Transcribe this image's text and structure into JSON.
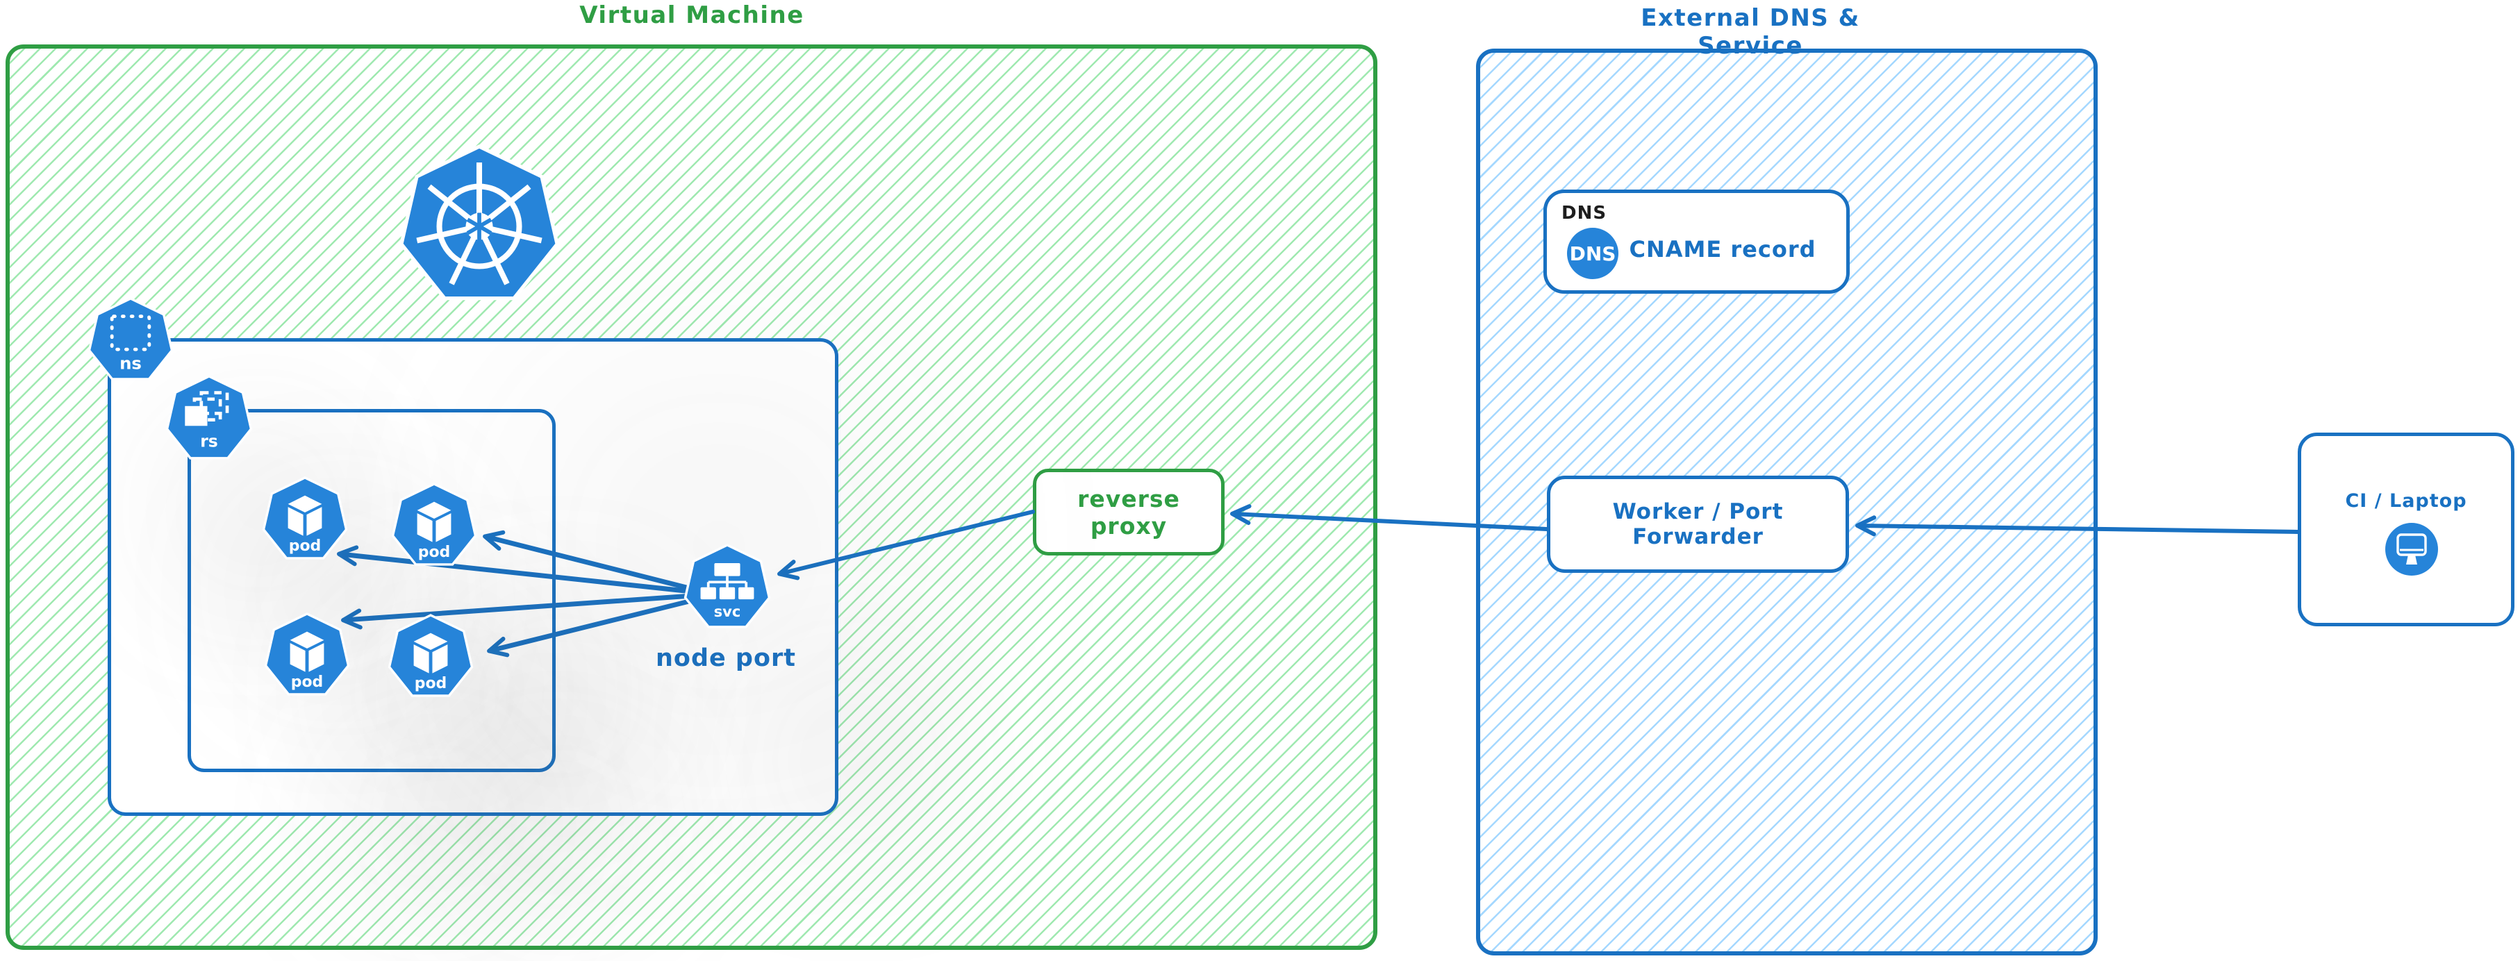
{
  "vm_group": {
    "title": "Virtual Machine",
    "reverse_proxy_label": "reverse proxy",
    "node_port_label": "node port",
    "namespace_icon_label": "ns",
    "replicaset_icon_label": "rs",
    "service_icon_label": "svc",
    "pod_label": "pod"
  },
  "external_group": {
    "title": "External DNS & Service",
    "dns_tag": "DNS",
    "dns_badge": "DNS",
    "cname_label": "CNAME record",
    "worker_label": "Worker / Port Forwarder"
  },
  "client": {
    "label": "CI / Laptop"
  },
  "colors": {
    "green_stroke": "#2f9e44",
    "green_hatch": "#9fe9b0",
    "blue_stroke": "#1971c2",
    "blue_hatch": "#a5d8ff",
    "icon_fill": "#2684d9",
    "black_text": "#1e1e1e"
  }
}
